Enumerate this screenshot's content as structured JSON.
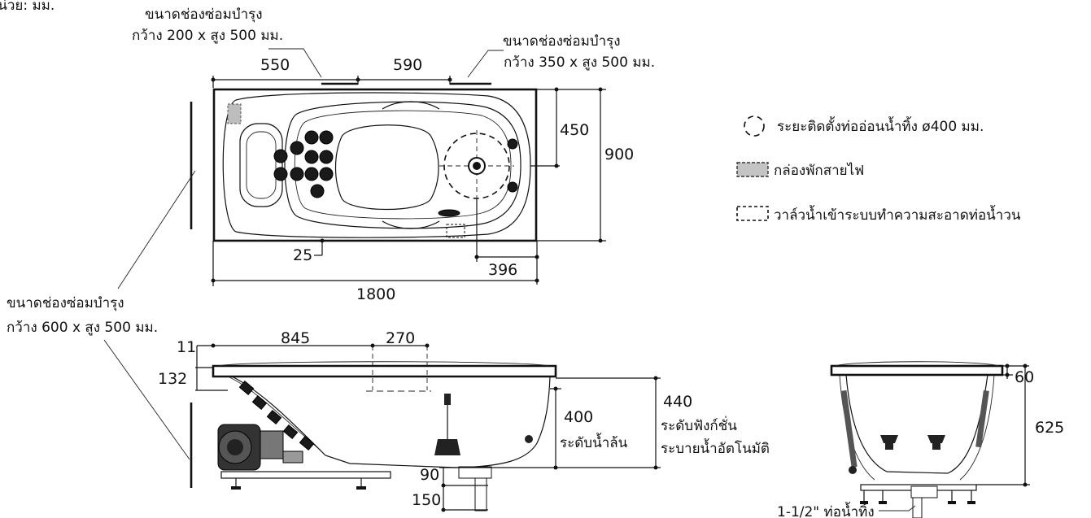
{
  "unit_label": "หน่วย: มม.",
  "top_view": {
    "access_left_title": "ขนาดช่องซ่อมบำรุง",
    "access_left_size": "กว้าง 200 x สูง 500 มม.",
    "access_right_title": "ขนาดช่องซ่อมบำรุง",
    "access_right_size": "กว้าง 350 x สูง 500 มม.",
    "dim_550": "550",
    "dim_590": "590",
    "dim_450": "450",
    "dim_900": "900",
    "dim_25": "25",
    "dim_396": "396",
    "dim_1800": "1800"
  },
  "legend": [
    {
      "symbol": "dashed-circle",
      "label": "ระยะติดตั้งท่ออ่อนน้ำทิ้ง ø400 มม."
    },
    {
      "symbol": "gray-box",
      "label": "กล่องพักสายไฟ"
    },
    {
      "symbol": "dashed-box",
      "label": "วาล์วน้ำเข้าระบบทำความสะอาดท่อน้ำวน"
    }
  ],
  "side_access": {
    "title": "ขนาดช่องซ่อมบำรุง",
    "size": "กว้าง 600 x สูง 500 มม."
  },
  "side_view": {
    "dim_11": "11",
    "dim_132": "132",
    "dim_845": "845",
    "dim_270": "270",
    "dim_400": "400",
    "overflow_label": "ระดับน้ำล้น",
    "dim_440": "440",
    "func_label_1": "ระดับฟังก์ชั่น",
    "func_label_2": "ระบายน้ำอัตโนมัติ",
    "dim_90": "90",
    "dim_150": "150"
  },
  "end_view": {
    "dim_60": "60",
    "dim_625": "625",
    "drain_label": "1-1/2\"  ท่อน้ำทิ้ง"
  }
}
